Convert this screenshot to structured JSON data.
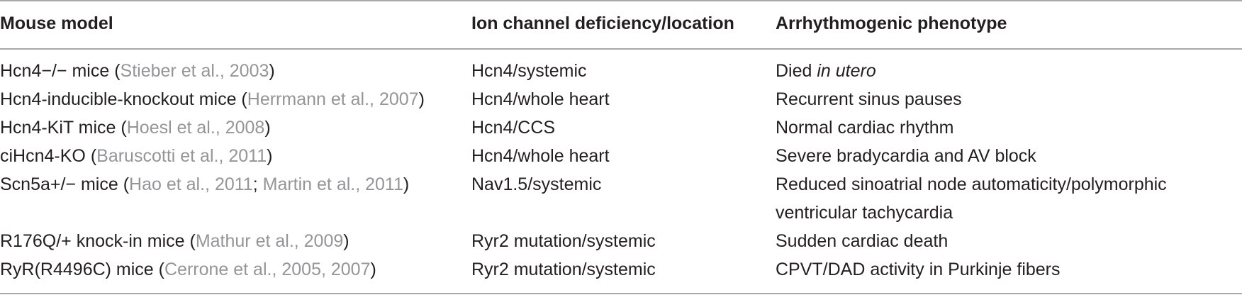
{
  "table": {
    "headers": [
      "Mouse model",
      "Ion channel deficiency/location",
      "Arrhythmogenic phenotype"
    ],
    "rows": [
      {
        "model": "Hcn4−/− mice",
        "refs": [
          "Stieber et al., 2003"
        ],
        "location": "Hcn4/systemic",
        "phenotype_pre": "Died",
        "phenotype_italic": "in utero"
      },
      {
        "model": "Hcn4-inducible-knockout mice",
        "refs": [
          "Herrmann et al., 2007"
        ],
        "location": "Hcn4/whole heart",
        "phenotype": "Recurrent sinus pauses"
      },
      {
        "model": "Hcn4-KiT mice",
        "refs": [
          "Hoesl et al., 2008"
        ],
        "location": "Hcn4/CCS",
        "phenotype": "Normal cardiac rhythm"
      },
      {
        "model": "ciHcn4-KO",
        "refs": [
          "Baruscotti et al., 2011"
        ],
        "location": "Hcn4/whole heart",
        "phenotype": "Severe bradycardia and AV block"
      },
      {
        "model": "Scn5a+/− mice",
        "refs": [
          "Hao et al., 2011",
          "Martin et al., 2011"
        ],
        "location": "Nav1.5/systemic",
        "phenotype_line1": "Reduced sinoatrial node automaticity/polymorphic",
        "phenotype_line2": "ventricular tachycardia"
      },
      {
        "model": "R176Q/+ knock-in mice",
        "refs": [
          "Mathur et al., 2009"
        ],
        "location": "Ryr2 mutation/systemic",
        "phenotype": "Sudden cardiac death"
      },
      {
        "model": "RyR(R4496C) mice",
        "refs": [
          "Cerrone et al., 2005, 2007"
        ],
        "location": "Ryr2 mutation/systemic",
        "phenotype": "CPVT/DAD activity in Purkinje fibers"
      }
    ]
  }
}
